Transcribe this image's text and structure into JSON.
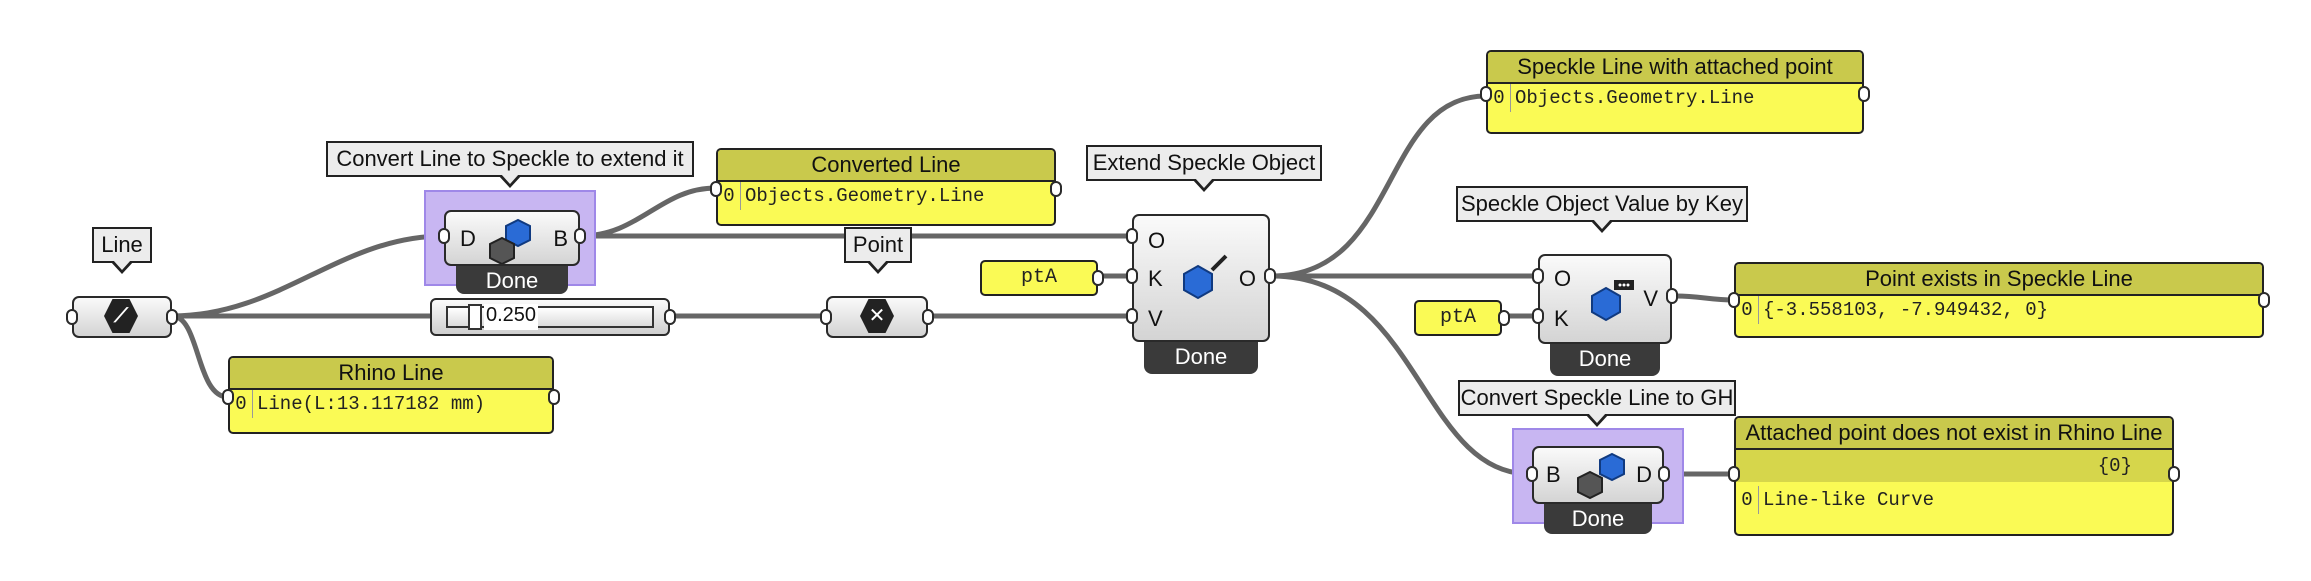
{
  "tooltips": {
    "line": "Line",
    "convert_to_speckle": "Convert Line to Speckle to extend it",
    "point": "Point",
    "extend": "Extend Speckle Object",
    "value_by_key": "Speckle Object Value by Key",
    "convert_to_gh": "Convert Speckle Line to GH"
  },
  "components": {
    "convert_to_speckle": {
      "in": "D",
      "out": "B",
      "status": "Done"
    },
    "extend": {
      "in_o": "O",
      "in_k": "K",
      "in_v": "V",
      "out": "O",
      "status": "Done"
    },
    "value_by_key": {
      "in_o": "O",
      "in_k": "K",
      "out": "V",
      "status": "Done"
    },
    "convert_to_gh": {
      "in": "B",
      "out": "D",
      "status": "Done"
    }
  },
  "slider": {
    "value": "0.250"
  },
  "params": {
    "key1": "ptA",
    "key2": "ptA"
  },
  "panels": {
    "converted_line": {
      "title": "Converted Line",
      "index": "0",
      "value": "Objects.Geometry.Line"
    },
    "rhino_line": {
      "title": "Rhino Line",
      "index": "0",
      "value": "Line(L:13.117182 mm)"
    },
    "speckle_line_point": {
      "title": "Speckle Line with attached point",
      "index": "0",
      "value": "Objects.Geometry.Line"
    },
    "point_exists": {
      "title": "Point exists in Speckle Line",
      "index": "0",
      "value": "{-3.558103, -7.949432, 0}"
    },
    "not_exists": {
      "title": "Attached point does not exist in Rhino Line",
      "path": "{0}",
      "index": "0",
      "value": "Line-like Curve"
    }
  },
  "colors": {
    "panel": "#fafa55",
    "panel_title": "#c9c94c",
    "selection": "#c8b6f2",
    "speckle_blue": "#2a6bd6"
  }
}
